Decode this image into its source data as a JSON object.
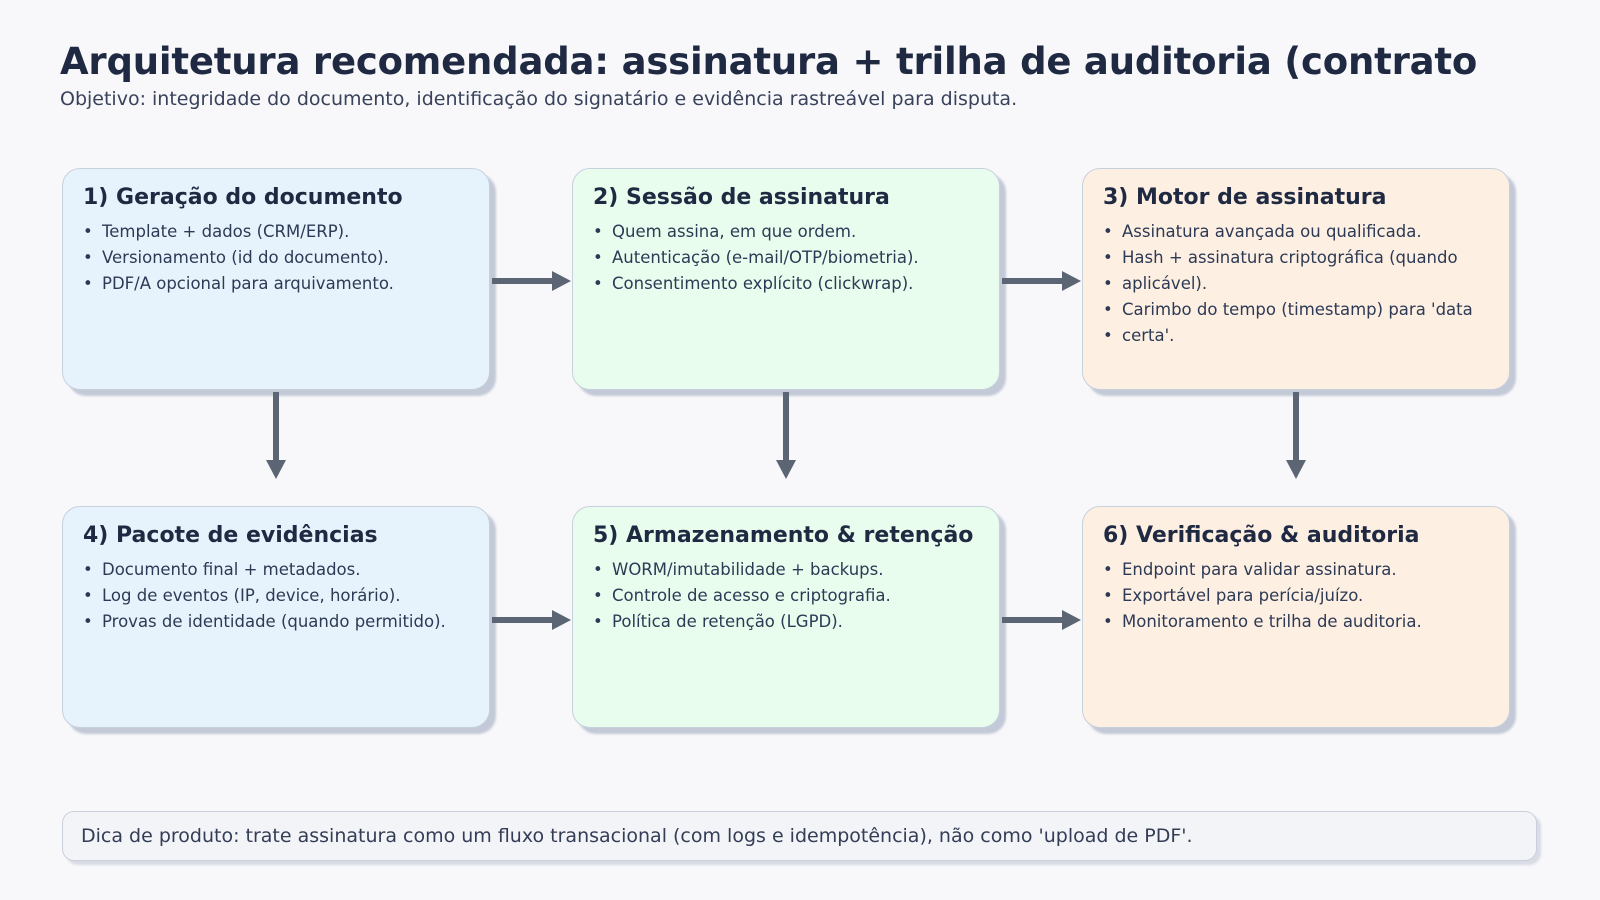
{
  "page": {
    "title": "Arquitetura recomendada: assinatura + trilha de auditoria (contrato",
    "subtitle": "Objetivo: integridade do documento, identificação do signatário e evidência rastreável para disputa.",
    "note": "Dica de produto: trate assinatura como um fluxo transacional (com logs e idempotência), não como 'upload de PDF'."
  },
  "ui": {
    "bullet": "•"
  },
  "colors": {
    "bg": "#f8f8fb",
    "box_blue": "#e7f3fc",
    "box_green": "#e8fdee",
    "box_peach": "#fdefe2",
    "box_border": "#c7d0dd",
    "arrow": "#5b6574",
    "text_dark": "#1f2942",
    "text_body": "#2d3a55",
    "note_bg": "#f3f4f8",
    "note_border": "#c9d0dc"
  },
  "boxes": [
    {
      "title": "1) Geração do documento",
      "color": "blue",
      "lines": [
        "Template + dados (CRM/ERP).",
        "Versionamento (id do documento).",
        "PDF/A opcional para arquivamento."
      ]
    },
    {
      "title": "2) Sessão de assinatura",
      "color": "green",
      "lines": [
        "Quem assina, em que ordem.",
        "Autenticação (e-mail/OTP/biometria).",
        "Consentimento explícito (clickwrap)."
      ]
    },
    {
      "title": "3) Motor de assinatura",
      "color": "peach",
      "lines": [
        "Assinatura avançada ou qualificada.",
        "Hash + assinatura criptográfica (quando",
        "aplicável).",
        "Carimbo do tempo (timestamp) para 'data",
        "certa'."
      ]
    },
    {
      "title": "4) Pacote de evidências",
      "color": "blue",
      "lines": [
        "Documento final + metadados.",
        "Log de eventos (IP, device, horário).",
        "Provas de identidade (quando permitido)."
      ]
    },
    {
      "title": "5) Armazenamento & retenção",
      "color": "green",
      "lines": [
        "WORM/imutabilidade + backups.",
        "Controle de acesso e criptografia.",
        "Política de retenção (LGPD)."
      ]
    },
    {
      "title": "6) Verificação & auditoria",
      "color": "peach",
      "lines": [
        "Endpoint para validar assinatura.",
        "Exportável para perícia/juízo.",
        "Monitoramento e trilha de auditoria."
      ]
    }
  ]
}
